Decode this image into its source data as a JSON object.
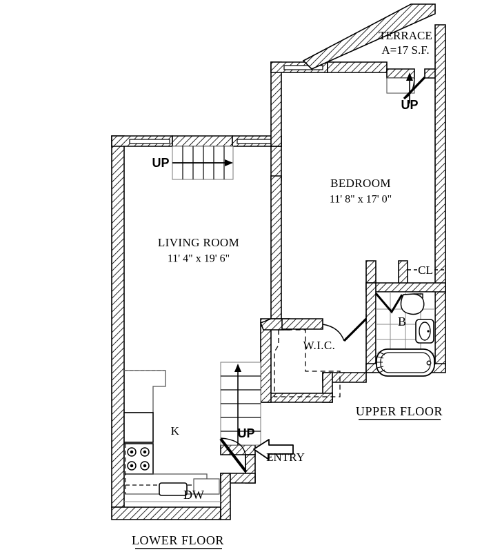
{
  "document": {
    "type": "architectural-floor-plan",
    "title": "Duplex Apartment Floor Plan"
  },
  "floors": [
    {
      "id": "upper",
      "label": "UPPER FLOOR"
    },
    {
      "id": "lower",
      "label": "LOWER FLOOR"
    }
  ],
  "rooms": {
    "living_room": {
      "name": "LIVING ROOM",
      "dimensions": "11' 4\" x 19' 6\""
    },
    "bedroom": {
      "name": "BEDROOM",
      "dimensions": "11' 8\" x 17' 0\""
    },
    "wic": {
      "name": "W.I.C."
    },
    "bath": {
      "name": "B"
    },
    "closet": {
      "name": "CL"
    },
    "kitchen": {
      "name": "K"
    },
    "terrace": {
      "name": "TERRACE",
      "area": "A=17 S.F."
    }
  },
  "annotations": {
    "entry": "ENTRY",
    "up_terrace": "UP",
    "up_upper_stair": "UP",
    "up_lower_stair": "UP",
    "dishwasher": "DW"
  },
  "colors": {
    "line": "#000000",
    "background": "#ffffff",
    "hatch": "#000000",
    "fixture": "#000000"
  }
}
